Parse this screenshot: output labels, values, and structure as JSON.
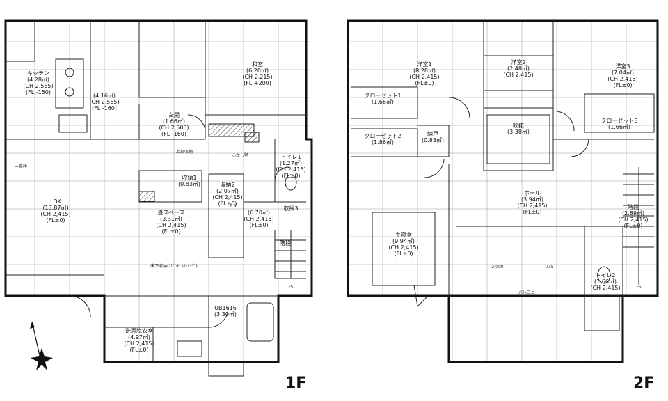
{
  "floors": [
    {
      "label": "1F",
      "rooms": [
        {
          "id": "kitchen",
          "lines": [
            "キッチン",
            "(4.28㎡)",
            "(CH 2,565)",
            "(FL -150)"
          ]
        },
        {
          "id": "washitsu",
          "lines": [
            "和室",
            "(6.20㎡)",
            "(CH 2,215)",
            "(FL +200)"
          ]
        },
        {
          "id": "pantry",
          "lines": [
            "(4.16㎡)",
            "(CH 2,565)",
            "(FL -160)"
          ]
        },
        {
          "id": "genkan",
          "lines": [
            "玄関",
            "(1.66㎡)",
            "(CH 2,505)",
            "(FL -160)"
          ]
        },
        {
          "id": "toilet1",
          "lines": [
            "トイレ1",
            "(1.27㎡)",
            "(CH 2,415)",
            "(FL±0)"
          ]
        },
        {
          "id": "ldk",
          "lines": [
            "LDK",
            "(13.87㎡)",
            "(CH 2,415)",
            "(FL±0)"
          ]
        },
        {
          "id": "storage1",
          "lines": [
            "収納1",
            "(0.83㎡)"
          ]
        },
        {
          "id": "storage2",
          "lines": [
            "収納2",
            "(2.07㎡)",
            "(CH 2,415)",
            "(FL±0)"
          ]
        },
        {
          "id": "space",
          "lines": [
            "畳スペース",
            "(3.31㎡)",
            "(CH 2,415)",
            "(FL±0)"
          ]
        },
        {
          "id": "hall1",
          "lines": [
            "(6.70㎡)",
            "(CH 2,415)",
            "(FL±0)"
          ]
        },
        {
          "id": "storage3",
          "lines": [
            "収納3"
          ]
        },
        {
          "id": "stairs1",
          "lines": [
            "階段"
          ]
        },
        {
          "id": "bath",
          "lines": [
            "UB1616",
            "(3.30㎡)"
          ]
        },
        {
          "id": "washroom",
          "lines": [
            "洗面脱衣室",
            "(4.97㎡)",
            "(CH 2,415)",
            "(FL±0)"
          ]
        }
      ],
      "notes": [
        "床下収納(ｽﾋﾟﾝﾄﾞﾙｽﾄﾚｰｼﾞ)",
        "ふかし壁",
        "上部収納",
        "ﾎｰﾙ",
        "FS",
        "二重床"
      ]
    },
    {
      "label": "2F",
      "rooms": [
        {
          "id": "western1",
          "lines": [
            "洋室1",
            "(8.28㎡)",
            "(CH 2,415)",
            "(FL±0)"
          ]
        },
        {
          "id": "western2",
          "lines": [
            "洋室2",
            "(2.48㎡)",
            "(CH 2,415)"
          ]
        },
        {
          "id": "western3",
          "lines": [
            "洋室3",
            "(7.04㎡)",
            "(CH 2,415)",
            "(FL±0)"
          ]
        },
        {
          "id": "closet1",
          "lines": [
            "クローゼット1",
            "(1.66㎡)"
          ]
        },
        {
          "id": "closet2",
          "lines": [
            "クローゼット2",
            "(1.86㎡)"
          ]
        },
        {
          "id": "closet3",
          "lines": [
            "クローゼット3",
            "(1.66㎡)"
          ]
        },
        {
          "id": "nando",
          "lines": [
            "納戸",
            "(0.83㎡)"
          ]
        },
        {
          "id": "fukinuke",
          "lines": [
            "吹抜",
            "(3.38㎡)"
          ]
        },
        {
          "id": "hall2",
          "lines": [
            "ホール",
            "(3.94㎡)",
            "(CH 2,415)",
            "(FL±0)"
          ]
        },
        {
          "id": "master",
          "lines": [
            "主寝室",
            "(9.94㎡)",
            "(CH 2,415)",
            "(FL±0)"
          ]
        },
        {
          "id": "stairs2",
          "lines": [
            "階段",
            "(2.89㎡)",
            "(CH 2,415)",
            "(FL±0)"
          ]
        },
        {
          "id": "toilet2",
          "lines": [
            "トイレ2",
            "(1.66㎡)",
            "(CH 2,415)"
          ]
        }
      ],
      "notes": [
        "バルコニー",
        "2,000",
        "735",
        "FS"
      ]
    }
  ]
}
